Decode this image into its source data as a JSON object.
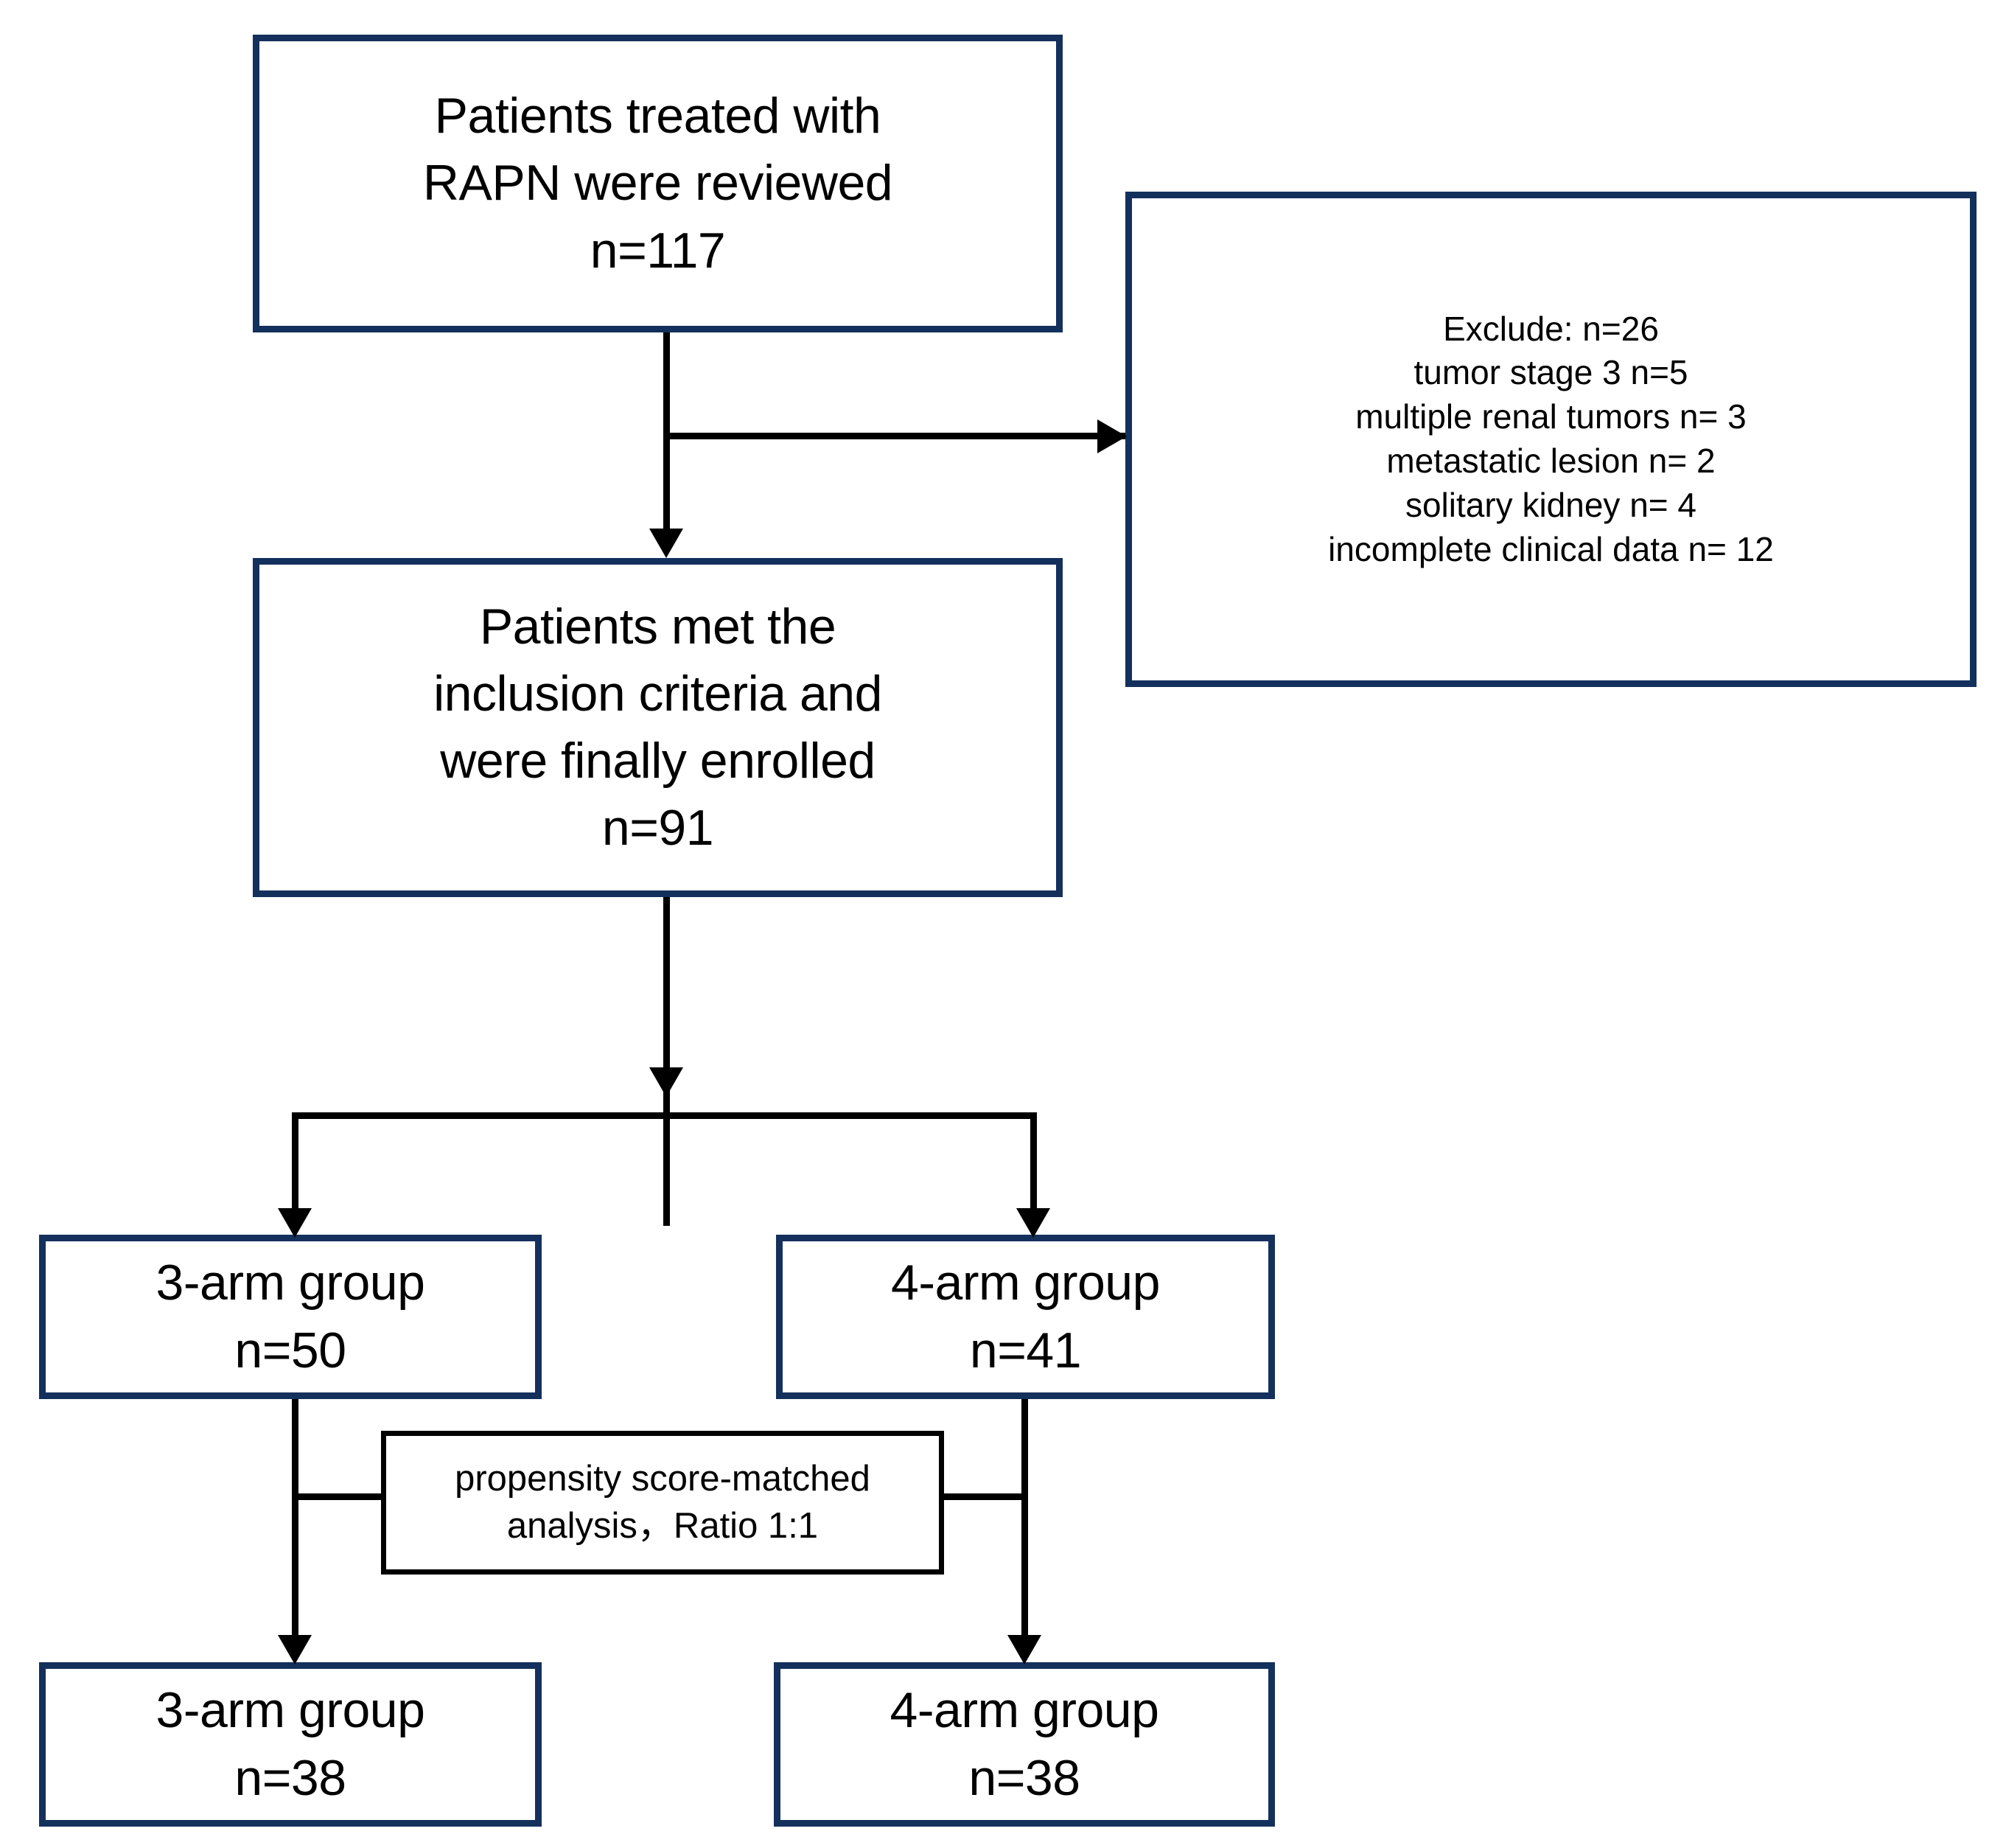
{
  "figure": {
    "type": "flowchart",
    "title": "Patient selection flow diagram",
    "colors": {
      "box_border_navy": "#14305c",
      "box_border_black": "#000000",
      "connector": "#000000",
      "background": "#ffffff",
      "text": "#000000"
    }
  },
  "nodes": {
    "reviewed": {
      "text": "Patients treated with\nRAPN were reviewed\nn=117",
      "count_label": "n=117",
      "count": 117
    },
    "excluded": {
      "text": "Exclude: n=26\ntumor stage 3 n=5\nmultiple renal tumors n= 3\nmetastatic lesion n= 2\nsolitary kidney n= 4\nincomplete clinical data n= 12",
      "total_label": "Exclude: n=26",
      "total": 26,
      "reasons": [
        {
          "label": "tumor stage 3 n=5",
          "reason": "tumor stage 3",
          "n": 5
        },
        {
          "label": "multiple renal tumors n= 3",
          "reason": "multiple renal tumors",
          "n": 3
        },
        {
          "label": "metastatic lesion n= 2",
          "reason": "metastatic lesion",
          "n": 2
        },
        {
          "label": "solitary kidney n= 4",
          "reason": "solitary kidney",
          "n": 4
        },
        {
          "label": "incomplete clinical data n= 12",
          "reason": "incomplete clinical data",
          "n": 12
        }
      ]
    },
    "enrolled": {
      "text": "Patients met the\ninclusion criteria and\nwere finally enrolled\nn=91",
      "count_label": "n=91",
      "count": 91
    },
    "arm3_pre": {
      "text": "3-arm group\nn=50",
      "group_label": "3-arm group",
      "count_label": "n=50",
      "count": 50
    },
    "arm4_pre": {
      "text": "4-arm group\nn=41",
      "group_label": "4-arm group",
      "count_label": "n=41",
      "count": 41
    },
    "matching": {
      "text": "propensity score-matched\nanalysis，Ratio 1:1",
      "method": "propensity score-matched analysis",
      "ratio": "Ratio 1:1"
    },
    "arm3_post": {
      "text": "3-arm group\nn=38",
      "group_label": "3-arm group",
      "count_label": "n=38",
      "count": 38
    },
    "arm4_post": {
      "text": "4-arm group\nn=38",
      "group_label": "4-arm group",
      "count_label": "n=38",
      "count": 38
    }
  }
}
